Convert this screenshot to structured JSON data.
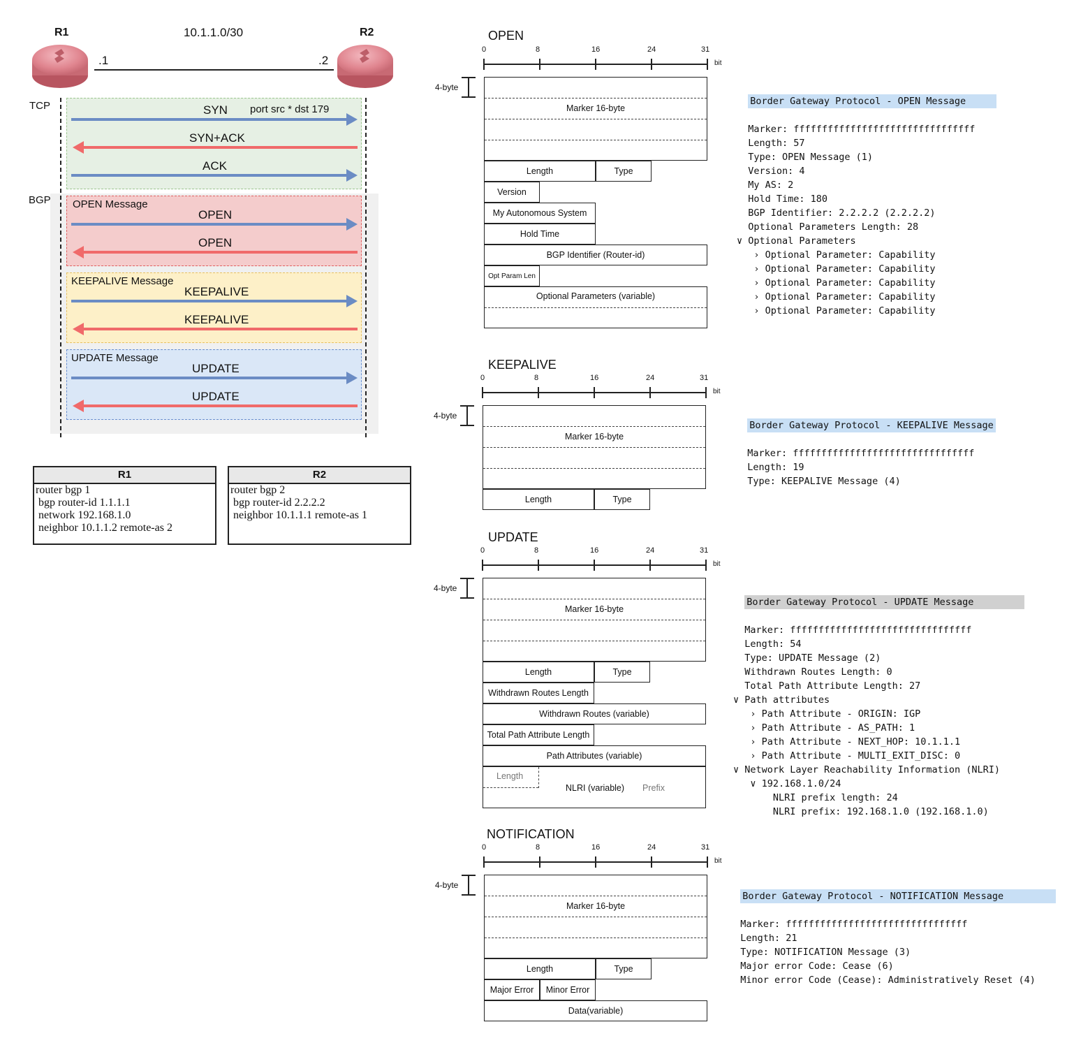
{
  "topology": {
    "r1_label": "R1",
    "r2_label": "R2",
    "subnet": "10.1.1.0/30",
    "r1_addr": ".1",
    "r2_addr": ".2"
  },
  "flow": {
    "tcp_label": "TCP",
    "bgp_label": "BGP",
    "syn": "SYN",
    "syn_port": "port src * dst 179",
    "synack": "SYN+ACK",
    "ack": "ACK",
    "open_group": "OPEN Message",
    "open1": "OPEN",
    "open2": "OPEN",
    "keep_group": "KEEPALIVE Message",
    "keep1": "KEEPALIVE",
    "keep2": "KEEPALIVE",
    "upd_group": "UPDATE Message",
    "upd1": "UPDATE",
    "upd2": "UPDATE"
  },
  "config": {
    "r1": {
      "title": "R1",
      "lines": [
        "router bgp 1",
        " bgp router-id 1.1.1.1",
        " network 192.168.1.0",
        " neighbor 10.1.1.2 remote-as 2"
      ]
    },
    "r2": {
      "title": "R2",
      "lines": [
        "router bgp 2",
        " bgp router-id 2.2.2.2",
        " neighbor 10.1.1.1 remote-as 1"
      ]
    }
  },
  "ruler": {
    "ticks": [
      "0",
      "8",
      "16",
      "24",
      "31"
    ],
    "unit": "bit",
    "four_byte": "4-byte"
  },
  "packets": {
    "open": {
      "title": "OPEN",
      "marker": "Marker 16-byte",
      "length": "Length",
      "type": "Type",
      "version": "Version",
      "my_as": "My Autonomous System",
      "hold_time": "Hold Time",
      "bgp_id": "BGP Identifier (Router-id)",
      "opt_len": "Opt Param Len",
      "opt_params": "Optional Parameters (variable)"
    },
    "keepalive": {
      "title": "KEEPALIVE",
      "marker": "Marker 16-byte",
      "length": "Length",
      "type": "Type"
    },
    "update": {
      "title": "UPDATE",
      "marker": "Marker 16-byte",
      "length": "Length",
      "type": "Type",
      "wr_len": "Withdrawn Routes Length",
      "wr": "Withdrawn Routes (variable)",
      "tpa_len": "Total Path Attribute Length",
      "pa": "Path Attributes (variable)",
      "nlri_len": "Length",
      "nlri": "NLRI (variable)",
      "nlri_prefix": "Prefix"
    },
    "notification": {
      "title": "NOTIFICATION",
      "marker": "Marker 16-byte",
      "length": "Length",
      "type": "Type",
      "major": "Major Error",
      "minor": "Minor Error",
      "data": "Data(variable)"
    }
  },
  "wireshark": {
    "open": {
      "header": "Border Gateway Protocol - OPEN Message",
      "lines": [
        "  Marker: ffffffffffffffffffffffffffffffff",
        "  Length: 57",
        "  Type: OPEN Message (1)",
        "  Version: 4",
        "  My AS: 2",
        "  Hold Time: 180",
        "  BGP Identifier: 2.2.2.2 (2.2.2.2)",
        "  Optional Parameters Length: 28",
        "∨ Optional Parameters",
        "   › Optional Parameter: Capability",
        "   › Optional Parameter: Capability",
        "   › Optional Parameter: Capability",
        "   › Optional Parameter: Capability",
        "   › Optional Parameter: Capability"
      ]
    },
    "keepalive": {
      "header": "Border Gateway Protocol - KEEPALIVE Message",
      "lines": [
        "  Marker: ffffffffffffffffffffffffffffffff",
        "  Length: 19",
        "  Type: KEEPALIVE Message (4)"
      ]
    },
    "update": {
      "header": "Border Gateway Protocol - UPDATE Message",
      "lines": [
        "  Marker: ffffffffffffffffffffffffffffffff",
        "  Length: 54",
        "  Type: UPDATE Message (2)",
        "  Withdrawn Routes Length: 0",
        "  Total Path Attribute Length: 27",
        "∨ Path attributes",
        "   › Path Attribute - ORIGIN: IGP",
        "   › Path Attribute - AS_PATH: 1",
        "   › Path Attribute - NEXT_HOP: 10.1.1.1",
        "   › Path Attribute - MULTI_EXIT_DISC: 0",
        "∨ Network Layer Reachability Information (NLRI)",
        "   ∨ 192.168.1.0/24",
        "       NLRI prefix length: 24",
        "       NLRI prefix: 192.168.1.0 (192.168.1.0)"
      ]
    },
    "notification": {
      "header": "Border Gateway Protocol - NOTIFICATION Message",
      "lines": [
        "  Marker: ffffffffffffffffffffffffffffffff",
        "  Length: 21",
        "  Type: NOTIFICATION Message (3)",
        "  Major error Code: Cease (6)",
        "  Minor error Code (Cease): Administratively Reset (4)"
      ]
    }
  }
}
